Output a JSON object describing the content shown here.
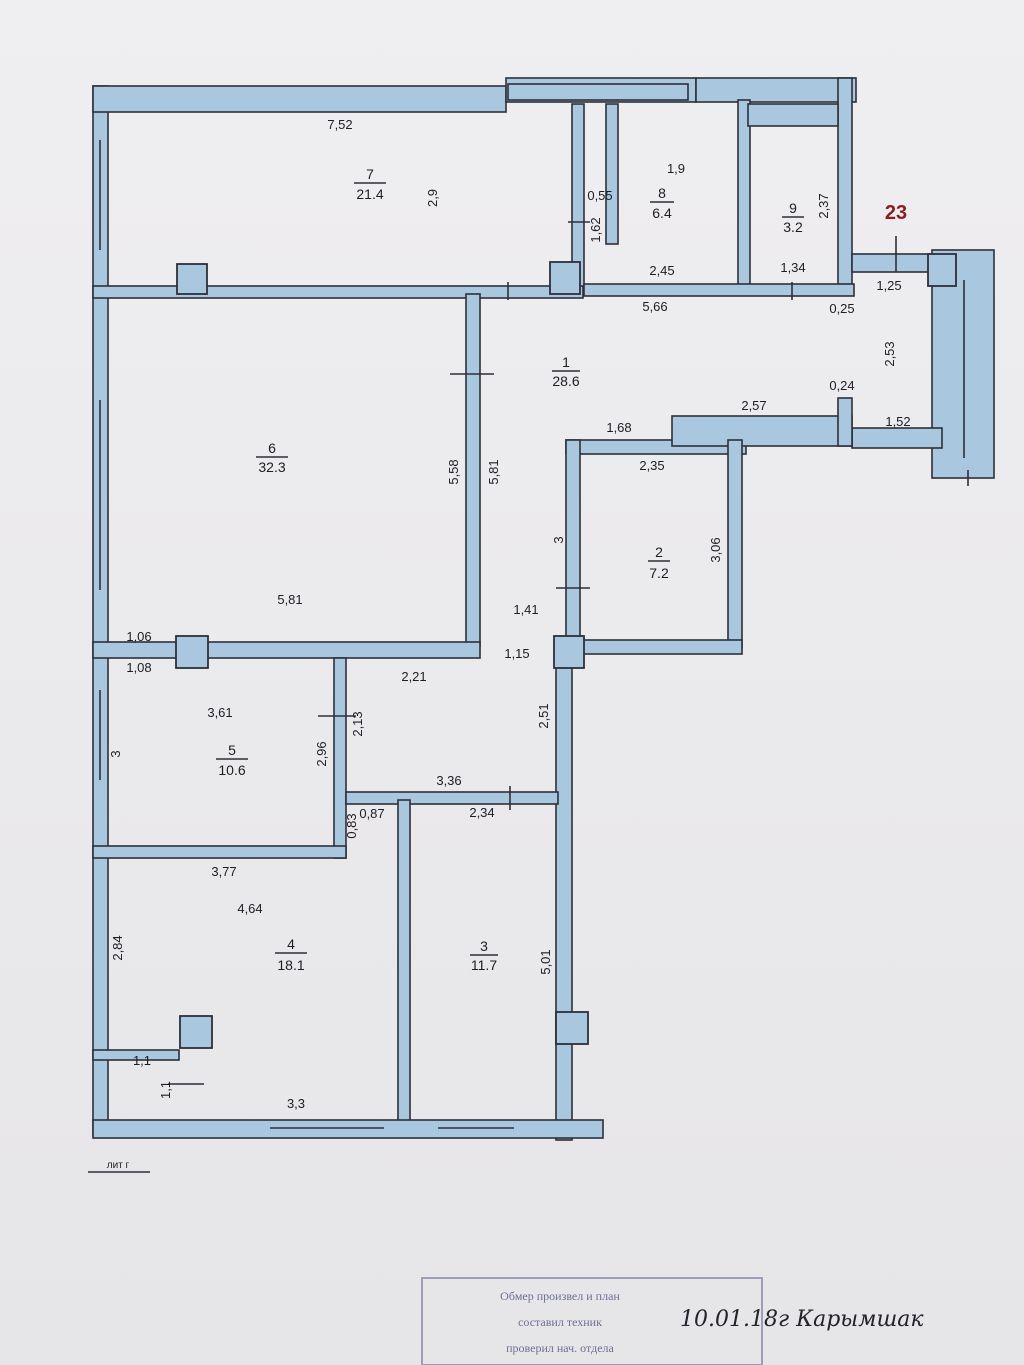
{
  "sheet_number": "23",
  "lit_label": "лит г",
  "rooms": [
    {
      "num": "1",
      "area": "28.6"
    },
    {
      "num": "2",
      "area": "7.2"
    },
    {
      "num": "3",
      "area": "11.7"
    },
    {
      "num": "4",
      "area": "18.1"
    },
    {
      "num": "5",
      "area": "10.6"
    },
    {
      "num": "6",
      "area": "32.3"
    },
    {
      "num": "7",
      "area": "21.4"
    },
    {
      "num": "8",
      "area": "6.4"
    },
    {
      "num": "9",
      "area": "3.2"
    }
  ],
  "dimensions": [
    "7,52",
    "2,9",
    "1,9",
    "0,55",
    "1,62",
    "2,37",
    "2,45",
    "1,34",
    "1,25",
    "5,66",
    "0,25",
    "2,53",
    "0,24",
    "2,57",
    "1,68",
    "1,52",
    "2,35",
    "3",
    "3,06",
    "5,58",
    "5,81",
    "5,81",
    "1,41",
    "1,06",
    "1,08",
    "1,15",
    "2,21",
    "3,61",
    "3",
    "2,13",
    "2,96",
    "2,51",
    "3,36",
    "0,87",
    "0,83",
    "2,34",
    "3,77",
    "4,64",
    "2,84",
    "5,01",
    "1,1",
    "1,1",
    "3,3"
  ],
  "stamp": {
    "line1": "Обмер произвел и план",
    "line2": "составил техник",
    "line3": "проверил нач. отдела"
  },
  "handwritten_note": "10.01.18г Карымшак"
}
